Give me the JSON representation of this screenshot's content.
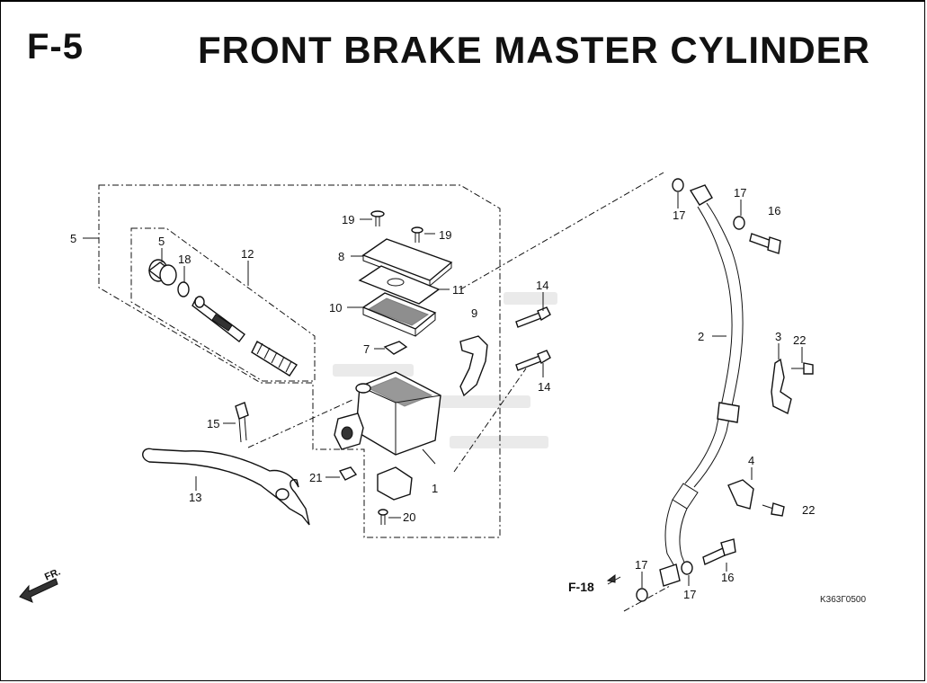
{
  "header": {
    "section": "F-5",
    "title": "FRONT BRAKE MASTER CYLINDER"
  },
  "callouts": [
    {
      "id": "c1",
      "text": "1"
    },
    {
      "id": "c2",
      "text": "2"
    },
    {
      "id": "c3",
      "text": "3"
    },
    {
      "id": "c4",
      "text": "4"
    },
    {
      "id": "c5a",
      "text": "5"
    },
    {
      "id": "c5b",
      "text": "5"
    },
    {
      "id": "c7",
      "text": "7"
    },
    {
      "id": "c8",
      "text": "8"
    },
    {
      "id": "c9",
      "text": "9"
    },
    {
      "id": "c10",
      "text": "10"
    },
    {
      "id": "c11",
      "text": "11"
    },
    {
      "id": "c12",
      "text": "12"
    },
    {
      "id": "c13",
      "text": "13"
    },
    {
      "id": "c14a",
      "text": "14"
    },
    {
      "id": "c14b",
      "text": "14"
    },
    {
      "id": "c15",
      "text": "15"
    },
    {
      "id": "c16a",
      "text": "16"
    },
    {
      "id": "c16b",
      "text": "16"
    },
    {
      "id": "c17a",
      "text": "17"
    },
    {
      "id": "c17b",
      "text": "17"
    },
    {
      "id": "c17c",
      "text": "17"
    },
    {
      "id": "c17d",
      "text": "17"
    },
    {
      "id": "c18",
      "text": "18"
    },
    {
      "id": "c19a",
      "text": "19"
    },
    {
      "id": "c19b",
      "text": "19"
    },
    {
      "id": "c20",
      "text": "20"
    },
    {
      "id": "c21",
      "text": "21"
    },
    {
      "id": "c22a",
      "text": "22"
    },
    {
      "id": "c22b",
      "text": "22"
    }
  ],
  "reference": "F-18",
  "direction": "FR.",
  "drawing_code": "K363Г0500"
}
